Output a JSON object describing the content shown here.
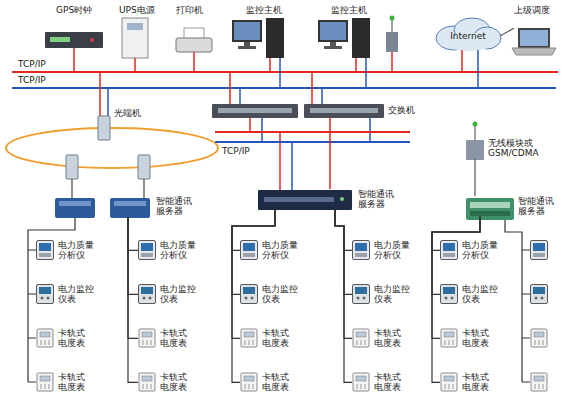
{
  "diagram": {
    "nodes": [
      {
        "text": [
          "GPS时钟"
        ]
      },
      {
        "text": [
          "UPS电源"
        ]
      },
      {
        "text": [
          "打印机"
        ]
      },
      {
        "text": [
          "监控主机"
        ]
      },
      {
        "text": [
          "监控主机"
        ]
      },
      {
        "text": [
          "Internet"
        ]
      },
      {
        "text": [
          "上级调度"
        ]
      },
      {
        "text": [
          "光端机"
        ]
      },
      {
        "text": [
          "交换机"
        ]
      },
      {
        "text": [
          "智能通讯服务器"
        ]
      },
      {
        "text": [
          "智能通讯服务器"
        ]
      },
      {
        "text": [
          "无线模块或GSM/CDMA"
        ]
      },
      {
        "text": [
          "智能通讯服务器"
        ]
      },
      {
        "text": [
          "电力质量分析仪"
        ]
      },
      {
        "text": [
          "电力监控仪表"
        ]
      },
      {
        "text": [
          "卡轨式电度表"
        ]
      },
      {
        "text": [
          "卡轨式电度表"
        ]
      },
      {
        "text": [
          "电力质量分析仪"
        ]
      },
      {
        "text": [
          "电力监控仪表"
        ]
      },
      {
        "text": [
          "卡轨式电度表"
        ]
      },
      {
        "text": [
          "卡轨式电度表"
        ]
      },
      {
        "text": [
          "电力质量分析仪"
        ]
      },
      {
        "text": [
          "电力监控仪表"
        ]
      },
      {
        "text": [
          "卡轨式电度表"
        ]
      },
      {
        "text": [
          "卡轨式电度表"
        ]
      },
      {
        "text": [
          "电力质量分析仪"
        ]
      },
      {
        "text": [
          "电力监控仪表"
        ]
      },
      {
        "text": [
          "卡轨式电度表"
        ]
      },
      {
        "text": [
          "卡轨式电度表"
        ]
      },
      {
        "text": [
          "电力质量分析仪"
        ]
      },
      {
        "text": [
          "电力监控仪表"
        ]
      },
      {
        "text": [
          "卡轨式电度表"
        ]
      },
      {
        "text": [
          "卡轨式电度表"
        ]
      }
    ],
    "edges": [
      {
        "from": 5,
        "to": 6,
        "arrow": "none"
      },
      {
        "from": 8,
        "to": 10,
        "arrow": "none"
      },
      {
        "from": 11,
        "to": 12,
        "arrow": "none"
      },
      {
        "from": 9,
        "to": 17,
        "arrow": "none"
      },
      {
        "from": 9,
        "to": 18,
        "arrow": "none"
      },
      {
        "from": 9,
        "to": 19,
        "arrow": "none"
      },
      {
        "from": 9,
        "to": 20,
        "arrow": "none"
      },
      {
        "from": 10,
        "to": 21,
        "arrow": "none"
      },
      {
        "from": 10,
        "to": 22,
        "arrow": "none"
      },
      {
        "from": 10,
        "to": 23,
        "arrow": "none"
      },
      {
        "from": 10,
        "to": 24,
        "arrow": "none"
      },
      {
        "from": 10,
        "to": 25,
        "arrow": "none"
      },
      {
        "from": 10,
        "to": 26,
        "arrow": "none"
      },
      {
        "from": 10,
        "to": 27,
        "arrow": "none"
      },
      {
        "from": 10,
        "to": 28,
        "arrow": "none"
      },
      {
        "from": 12,
        "to": 29,
        "arrow": "none"
      },
      {
        "from": 12,
        "to": 30,
        "arrow": "none"
      },
      {
        "from": 12,
        "to": 31,
        "arrow": "none"
      },
      {
        "from": 12,
        "to": 32,
        "arrow": "none"
      }
    ],
    "labels": [
      "TCP/IP",
      "TCP/IP",
      "TCP/IP"
    ]
  }
}
